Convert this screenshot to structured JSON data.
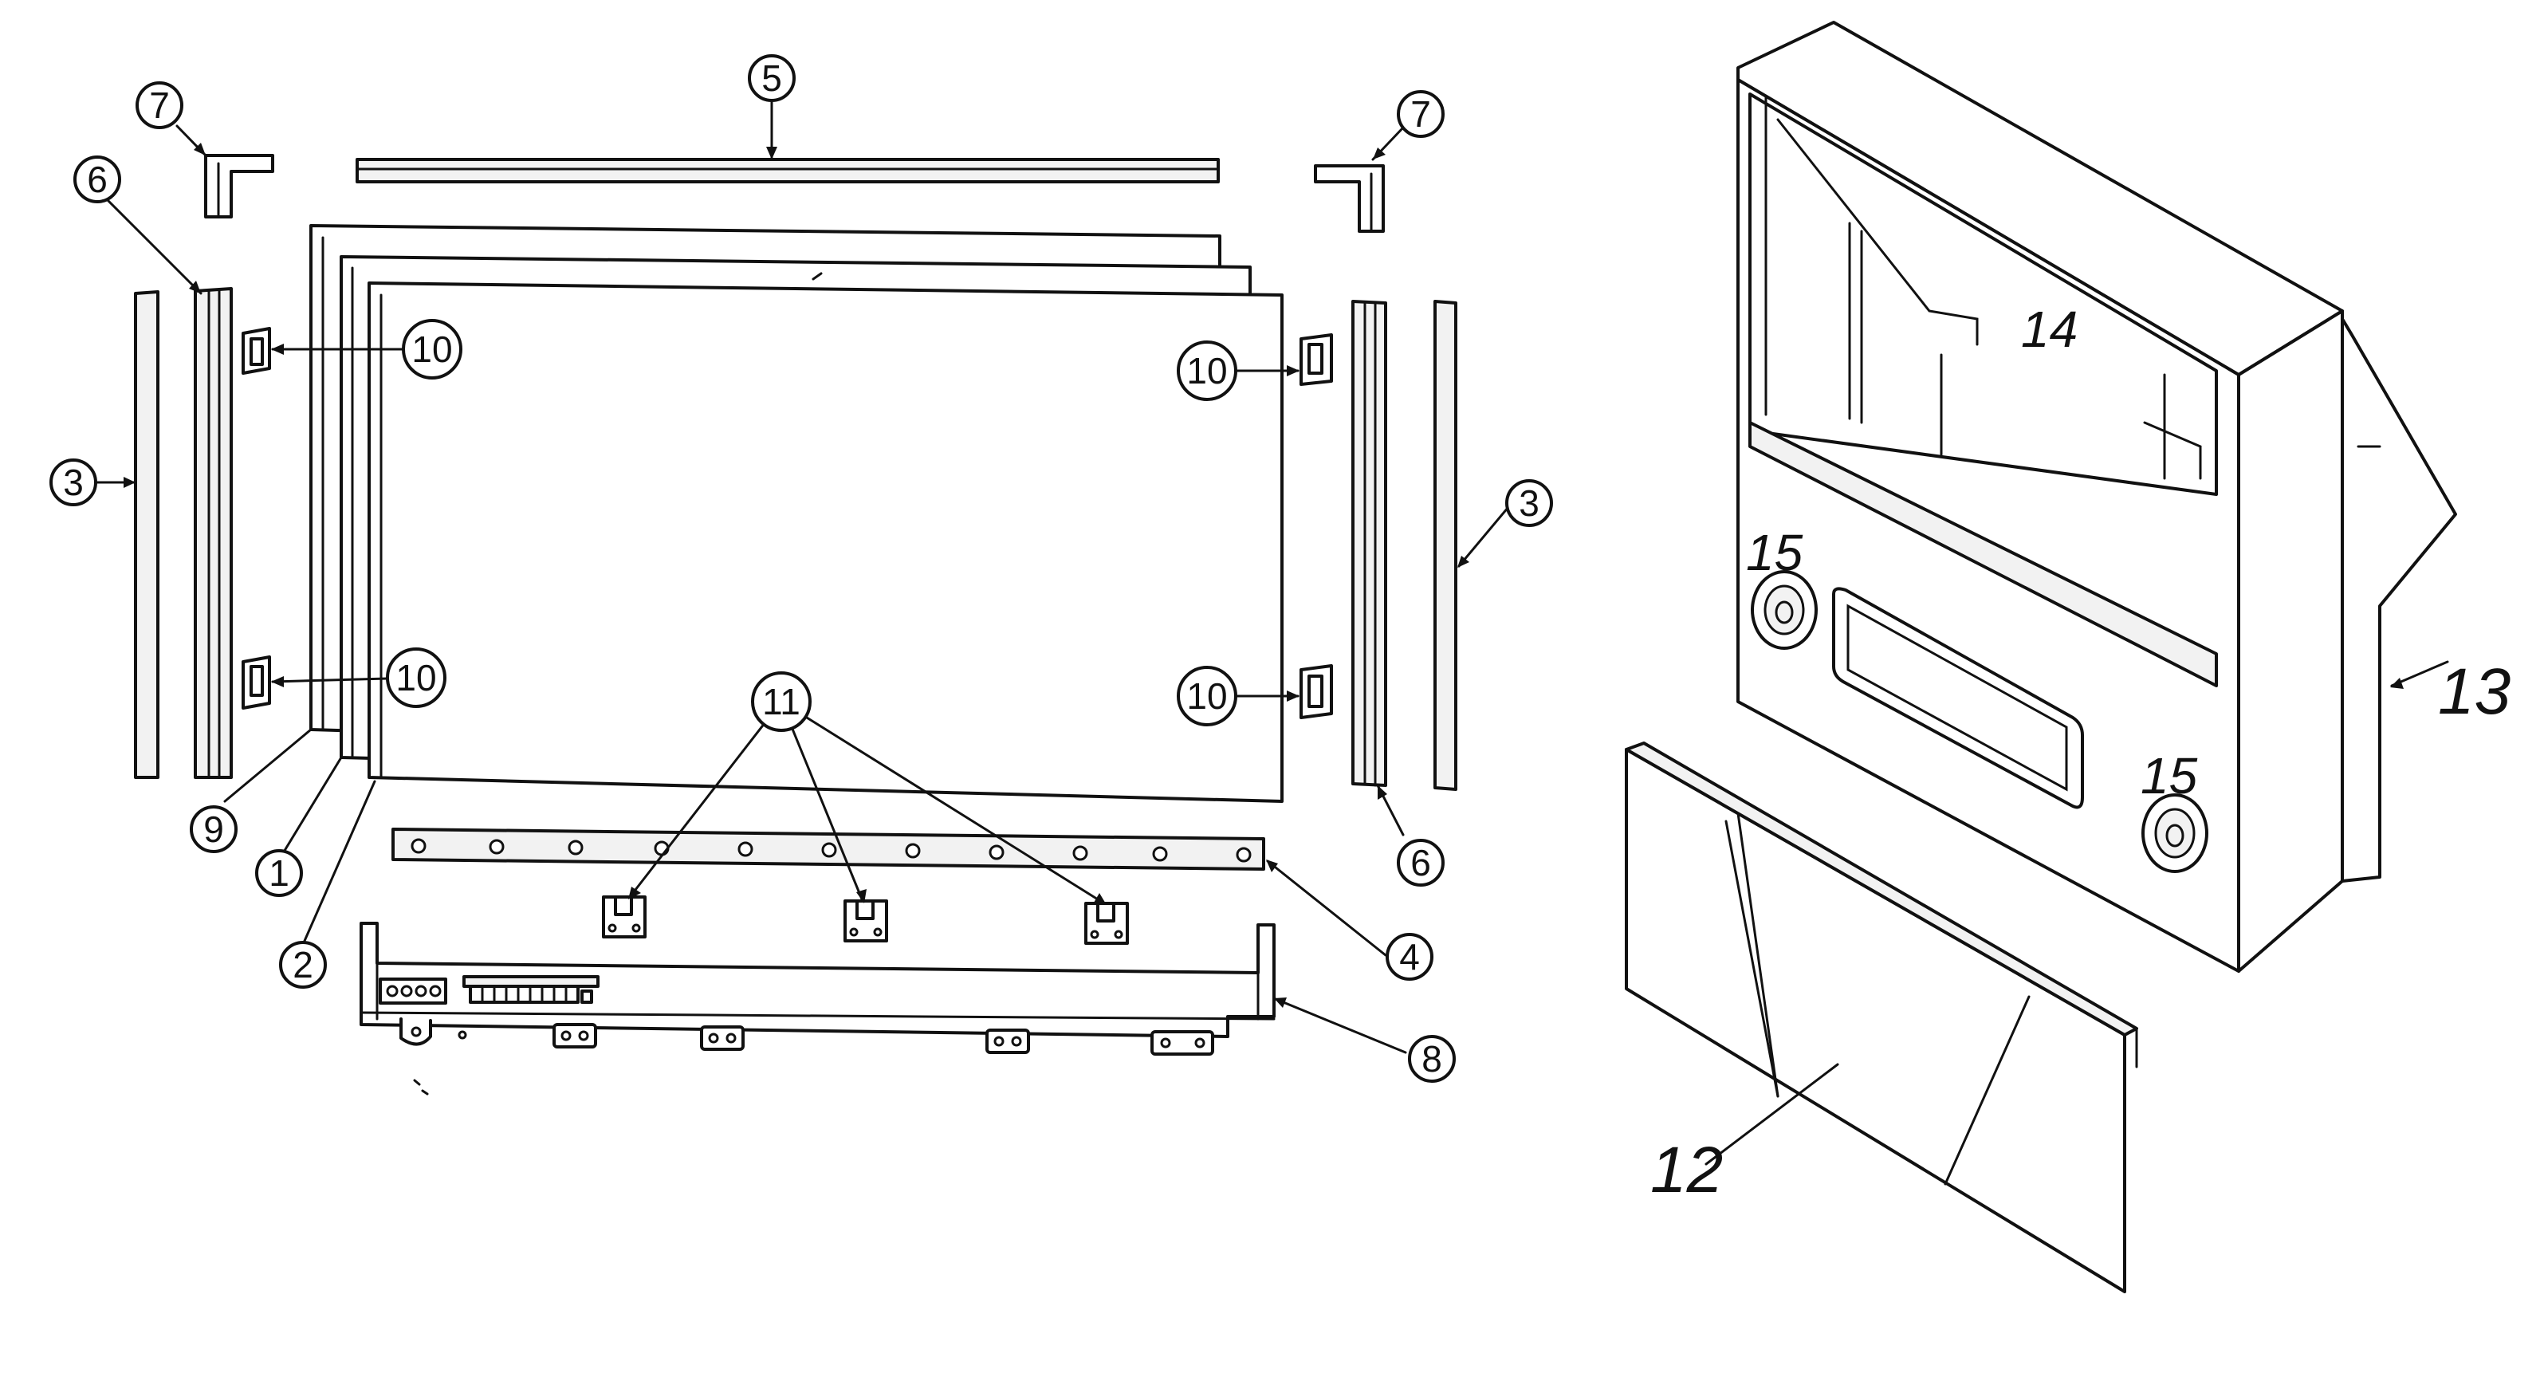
{
  "callouts": {
    "c1": "1",
    "c2": "2",
    "c3a": "3",
    "c3b": "3",
    "c4": "4",
    "c5": "5",
    "c6a": "6",
    "c6b": "6",
    "c7a": "7",
    "c7b": "7",
    "c8": "8",
    "c9": "9",
    "c10a": "10",
    "c10b": "10",
    "c10c": "10",
    "c10d": "10",
    "c11": "11"
  },
  "handwritten": {
    "h12": "12",
    "h13": "13",
    "h14": "14",
    "h15a": "15",
    "h15b": "15"
  }
}
